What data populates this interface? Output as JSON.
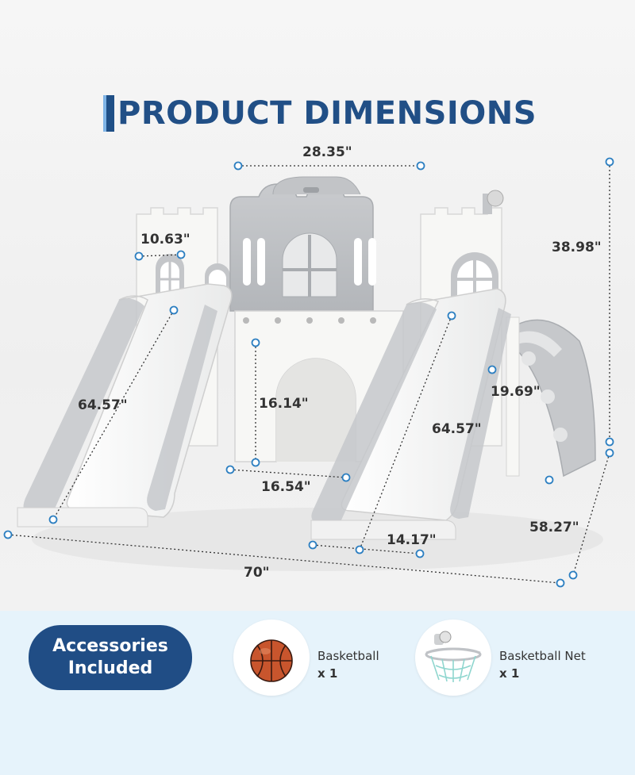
{
  "title": "PRODUCT DIMENSIONS",
  "dimensions": {
    "top_width": "28.35\"",
    "tower_width": "10.63\"",
    "height": "38.98\"",
    "left_slide_length": "64.57\"",
    "arch_height": "16.14\"",
    "arch_width": "16.54\"",
    "right_slide_length": "64.57\"",
    "climber_width": "19.69\"",
    "slide_width": "14.17\"",
    "depth": "58.27\"",
    "total_width": "70\""
  },
  "accessories": {
    "heading_line1": "Accessories",
    "heading_line2": "Included",
    "items": [
      {
        "name": "Basketball",
        "qty": "x 1",
        "icon": "basketball-icon"
      },
      {
        "name": "Basketball Net",
        "qty": "x 1",
        "icon": "basketball-net-icon"
      }
    ]
  },
  "colors": {
    "title": "#214f86",
    "pill": "#204d85",
    "accent": "#2c7fc1",
    "bottom_band": "#e6f3fb",
    "product_grey": "#bfc2c6",
    "product_white": "#f7f7f5"
  }
}
